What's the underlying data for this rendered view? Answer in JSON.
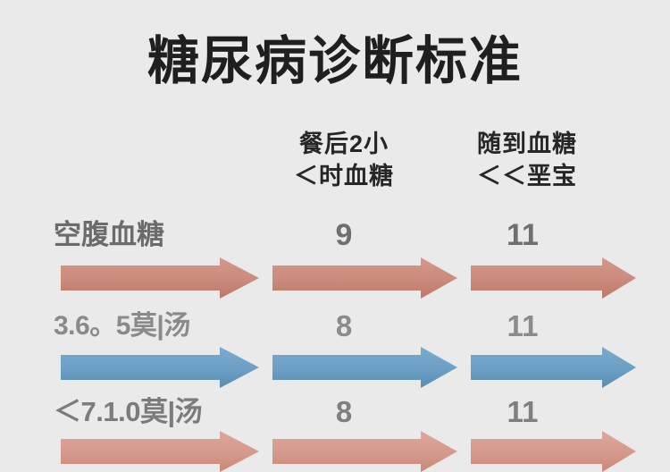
{
  "page": {
    "background_color": "#eaeaea",
    "title": "糖尿病诊断标准"
  },
  "palette": {
    "salmon": "#cb8a7c",
    "salmon_dark": "#b8725f",
    "blue": "#6b9fc4",
    "blue_dark": "#5b8cb3",
    "title_text": "#1f1f1f",
    "header_text": "#262626",
    "label_text": "#6f6f6f"
  },
  "columns": {
    "row_label_header": "",
    "col2": {
      "line1": "餐后2小",
      "line2": "＜时血糖"
    },
    "col3": {
      "line1": "随到血糖",
      "line2": "＜＜垩宝"
    }
  },
  "rows": [
    {
      "label": "空腹血糖",
      "value_col2": "9",
      "value_col3": "11",
      "arrow_color": "#cb8a7c",
      "arrow_color_name": "salmon"
    },
    {
      "label": "3.6。5莫|汤",
      "value_col2": "8",
      "value_col3": "11",
      "arrow_color": "#6b9fc4",
      "arrow_color_name": "blue"
    },
    {
      "label": "＜7.1.0莫|汤",
      "value_col2": "8",
      "value_col3": "11",
      "arrow_color": "#cb8a7c",
      "arrow_color_name": "salmon"
    }
  ],
  "chart_data": {
    "type": "table",
    "title": "糖尿病诊断标准",
    "xlabel": "",
    "ylabel": "",
    "columns": [
      "",
      "餐后2小＜时血糖",
      "随到血糖＜＜垩宝"
    ],
    "categories": [
      "空腹血糖",
      "3.6。5莫|汤",
      "＜7.1.0莫|汤"
    ],
    "series": [
      {
        "name": "餐后2小＜时血糖",
        "values": [
          9,
          8,
          8
        ]
      },
      {
        "name": "随到血糖＜＜垩宝",
        "values": [
          11,
          11,
          11
        ]
      }
    ],
    "rows": [
      {
        "category": "空腹血糖",
        "餐后2小＜时血糖": 9,
        "随到血糖＜＜垩宝": 11,
        "arrow_color": "#cb8a7c"
      },
      {
        "category": "3.6。5莫|汤",
        "餐后2小＜时血糖": 8,
        "随到血糖＜＜垩宝": 11,
        "arrow_color": "#6b9fc4"
      },
      {
        "category": "＜7.1.0莫|汤",
        "餐后2小＜时血糖": 8,
        "随到血糖＜＜垩宝": 11,
        "arrow_color": "#cb8a7c"
      }
    ],
    "annotations": [
      "Each data row is underlined by three right-pointing arrow bars spanning the three columns.",
      "Row 1 and row 3 arrows are salmon (#cb8a7c); row 2 arrows are blue (#6b9fc4).",
      "Third arrow row is clipped by the bottom edge of the image."
    ],
    "grid": false,
    "legend": "none"
  }
}
